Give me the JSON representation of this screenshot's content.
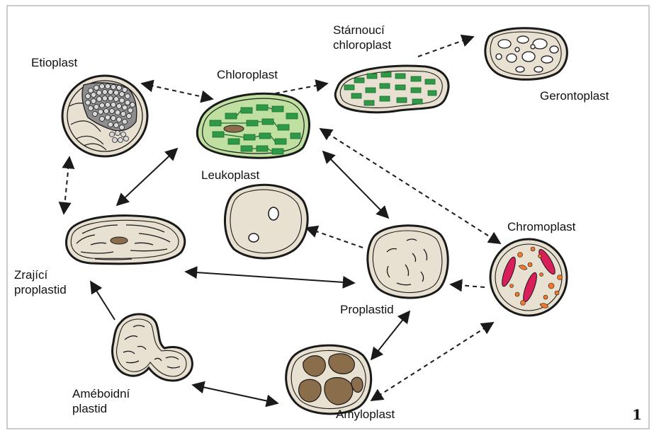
{
  "labels": {
    "etioplast": "Etioplast",
    "chloroplast": "Chloroplast",
    "starnouci_line1": "Stárnoucí",
    "starnouci_line2": "chloroplast",
    "gerontoplast": "Gerontoplast",
    "leukoplast": "Leukoplast",
    "chromoplast": "Chromoplast",
    "zrajici_line1": "Zrající",
    "zrajici_line2": "proplastid",
    "proplastid": "Proplastid",
    "ameboidni_line1": "Améboidní",
    "ameboidni_line2": "plastid",
    "amyloplast": "Amyloplast"
  },
  "figure_number": "1",
  "colors": {
    "outline": "#1a1a1a",
    "plastid_fill": "#e8e0d0",
    "stroma_dark": "#c9bfae",
    "chloro_fill": "#bfe0a0",
    "thylakoid": "#2e9a48",
    "thylakoid_dark": "#1d6b30",
    "starch": "#8a6d4b",
    "pigment_red": "#d81f5a",
    "pigment_orange": "#f07a2a",
    "frame": "#bbbbbb"
  }
}
